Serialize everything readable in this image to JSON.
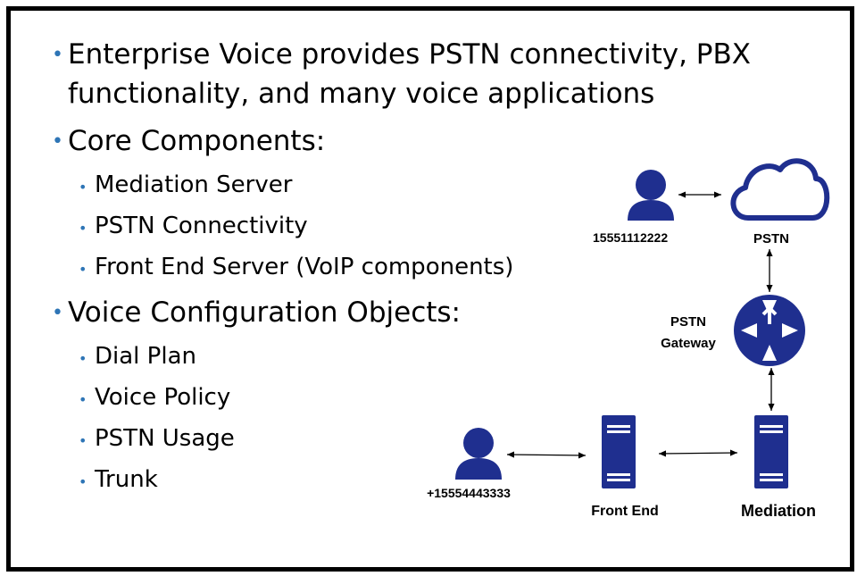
{
  "bullets": {
    "item1_line1": "Enterprise Voice provides PSTN connectivity, PBX",
    "item1_line2": "functionality, and many voice applications",
    "item2": "Core Components:",
    "item2_sub": [
      "Mediation Server",
      "PSTN Connectivity",
      "Front End Server (VoIP components)"
    ],
    "item3": "Voice Configuration Objects:",
    "item3_sub": [
      "Dial Plan",
      "Voice Policy",
      "PSTN Usage",
      "Trunk"
    ]
  },
  "diagram": {
    "user_top_number": "15551112222",
    "pstn_label": "PSTN",
    "gateway_label_line1": "PSTN",
    "gateway_label_line2": "Gateway",
    "user_bottom_number": "+15554443333",
    "front_end_label": "Front End",
    "mediation_label": "Mediation",
    "icons": [
      "user-icon",
      "cloud-icon",
      "router-icon",
      "server-icon"
    ],
    "colors": {
      "icon_blue": "#1f2f8f",
      "bullet_blue": "#2e75b6"
    }
  }
}
